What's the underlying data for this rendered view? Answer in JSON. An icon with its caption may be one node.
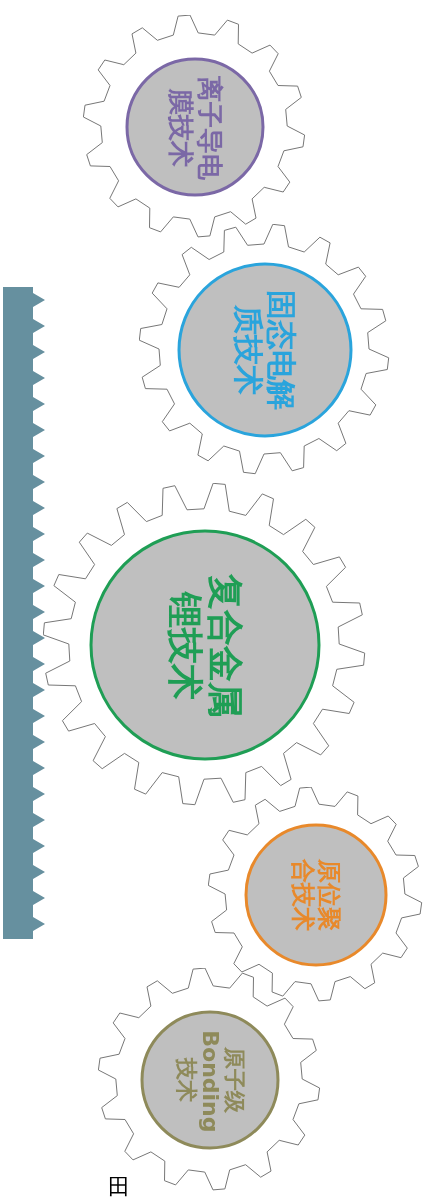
{
  "diagram": {
    "nodes": [
      {
        "text": [
          "离子导电膜技术"
        ]
      },
      {
        "text": [
          "固态电解质技术"
        ]
      },
      {
        "text": [
          "复合金属锂技术"
        ]
      },
      {
        "text": [
          "原位聚合技术"
        ]
      },
      {
        "text": [
          "原子级Bonding技术"
        ]
      }
    ],
    "labels": [
      "田"
    ]
  }
}
